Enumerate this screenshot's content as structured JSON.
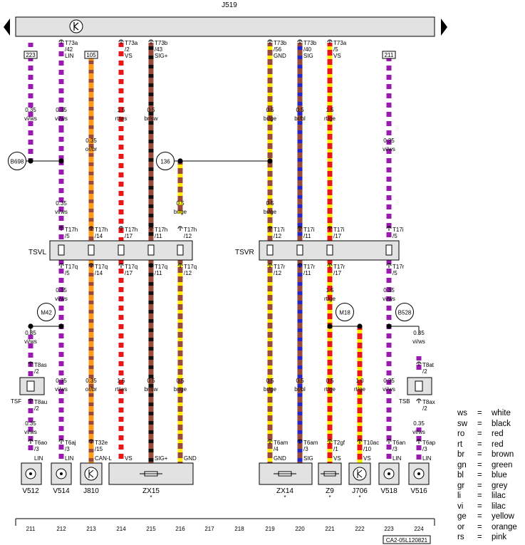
{
  "title": "J519",
  "legend": [
    {
      "code": "ws",
      "name": "white",
      "hex": "#ffffff"
    },
    {
      "code": "sw",
      "name": "black",
      "hex": "#111111"
    },
    {
      "code": "ro",
      "name": "red",
      "hex": "#e81818"
    },
    {
      "code": "rt",
      "name": "red",
      "hex": "#e81818"
    },
    {
      "code": "br",
      "name": "brown",
      "hex": "#9a4a3a"
    },
    {
      "code": "gn",
      "name": "green",
      "hex": "#2aa02a"
    },
    {
      "code": "bl",
      "name": "blue",
      "hex": "#2525d0"
    },
    {
      "code": "gr",
      "name": "grey",
      "hex": "#9a9a9a"
    },
    {
      "code": "li",
      "name": "lilac",
      "hex": "#9a1ab0"
    },
    {
      "code": "vi",
      "name": "lilac",
      "hex": "#9a1ab0"
    },
    {
      "code": "ge",
      "name": "yellow",
      "hex": "#ffee00"
    },
    {
      "code": "or",
      "name": "orange",
      "hex": "#ff9a1a"
    },
    {
      "code": "rs",
      "name": "pink",
      "hex": "#ff9ab8"
    }
  ],
  "equals_sign": "=",
  "wires": [
    {
      "col": "211",
      "top": {
        "box": "223"
      },
      "s1": {
        "size": "0.35",
        "color": "vi/ws"
      },
      "s3": {
        "size": "0.35",
        "color": "vi/ws"
      }
    },
    {
      "col": "212",
      "top": {
        "conn": "T73a",
        "pin": "/42",
        "sig": "LIN"
      },
      "s1": {
        "size": "0.35",
        "color": "vi/ws"
      },
      "s2": {
        "size": "0.35",
        "color": "vi/ws"
      },
      "sep_top": {
        "conn": "T17h",
        "pin": "/5"
      },
      "sep_bot": {
        "conn": "T17q",
        "pin": "/5"
      },
      "s3": {
        "size": "0.35",
        "color": "vi/ws"
      },
      "s4": {
        "size": "0.35",
        "color": "vi/ws"
      },
      "comp_pin": {
        "conn": "T6aj",
        "pin": "/3",
        "sig": "LIN"
      }
    },
    {
      "col": "213",
      "top": {
        "box": "105"
      },
      "s2": {
        "size": "0.35",
        "color": "or/br"
      },
      "sep_top": {
        "conn": "T17h",
        "pin": "/14"
      },
      "sep_bot": {
        "conn": "T17q",
        "pin": "/14"
      },
      "s4": {
        "size": "0.35",
        "color": "or/br"
      },
      "comp_pin": {
        "conn": "T32e",
        "pin": "/15",
        "sig": "CAN-L"
      }
    },
    {
      "col": "214",
      "top": {
        "conn": "T73a",
        "pin": "/2",
        "sig": "VS"
      },
      "s1": {
        "size": "1.5",
        "color": "rt/ws"
      },
      "sep_top": {
        "conn": "T17h",
        "pin": "/17"
      },
      "sep_bot": {
        "conn": "T17q",
        "pin": "/17"
      },
      "s4": {
        "size": "1.5",
        "color": "rt/ws"
      },
      "comp_pin": {
        "sig": "VS"
      }
    },
    {
      "col": "215",
      "top": {
        "conn": "T73b",
        "pin": "/43",
        "sig": "SIG+"
      },
      "s1": {
        "size": "0.5",
        "color": "br/sw"
      },
      "sep_top": {
        "conn": "T17h",
        "pin": "/11"
      },
      "sep_bot": {
        "conn": "T17q",
        "pin": "/11"
      },
      "s4": {
        "size": "0.5",
        "color": "br/sw"
      },
      "comp_pin": {
        "sig": "SIG+"
      }
    },
    {
      "col": "216",
      "s2": {
        "size": "0.5",
        "color": "br/ge"
      },
      "sep_top": {
        "conn": "T17h",
        "pin": "/12"
      },
      "sep_bot": {
        "conn": "T17q",
        "pin": "/12"
      },
      "s4": {
        "size": "0.5",
        "color": "br/ge"
      },
      "comp_pin": {
        "sig": "GND"
      }
    },
    {
      "col": "219",
      "top": {
        "conn": "T73b",
        "pin": "/56",
        "sig": "GND"
      },
      "s1": {
        "size": "0.5",
        "color": "br/ge"
      },
      "s2": {
        "size": "0.5",
        "color": "br/ge"
      },
      "sep_top": {
        "conn": "T17i",
        "pin": "/12"
      },
      "sep_bot": {
        "conn": "T17r",
        "pin": "/12"
      },
      "s4": {
        "size": "0.5",
        "color": "br/ge"
      },
      "comp_pin": {
        "conn": "T6am",
        "pin": "/4",
        "sig": "GND"
      }
    },
    {
      "col": "220",
      "top": {
        "conn": "T73b",
        "pin": "/40",
        "sig": "SIG"
      },
      "s1": {
        "size": "0.5",
        "color": "br/bl"
      },
      "sep_top": {
        "conn": "T17i",
        "pin": "/11"
      },
      "sep_bot": {
        "conn": "T17r",
        "pin": "/11"
      },
      "s4": {
        "size": "0.5",
        "color": "br/bl"
      },
      "comp_pin": {
        "conn": "T6am",
        "pin": "/3",
        "sig": "SIG"
      }
    },
    {
      "col": "221",
      "top": {
        "conn": "T73a",
        "pin": "/5",
        "sig": "VS"
      },
      "s1": {
        "size": "1.5",
        "color": "rt/ge"
      },
      "sep_top": {
        "conn": "T17i",
        "pin": "/17"
      },
      "sep_bot": {
        "conn": "T17r",
        "pin": "/17"
      },
      "s3": {
        "size": "1.5",
        "color": "rt/ge"
      },
      "s4": {
        "size": "0.5",
        "color": "rt/ge"
      },
      "comp_pin": {
        "conn": "T2gf",
        "pin": "/1",
        "sig": "VS"
      }
    },
    {
      "col": "222",
      "s4": {
        "size": "1.0",
        "color": "rt/ge"
      },
      "comp_pin": {
        "conn": "T10ac",
        "pin": "/10",
        "sig": "VS"
      }
    },
    {
      "col": "223",
      "top": {
        "box": "211"
      },
      "s2": {
        "size": "0.35",
        "color": "vi/ws"
      },
      "sep_top": {
        "conn": "T17i",
        "pin": "/5"
      },
      "sep_bot": {
        "conn": "T17r",
        "pin": "/5"
      },
      "s3": {
        "size": "0.35",
        "color": "vi/ws"
      },
      "s4": {
        "size": "0.35",
        "color": "vi/ws"
      },
      "comp_pin": {
        "conn": "T6an",
        "pin": "/3",
        "sig": "LIN"
      }
    },
    {
      "col": "224",
      "s3": {
        "size": "0.35",
        "color": "vi/ws"
      },
      "s4": {
        "size": "0.35",
        "color": "vi/ws"
      },
      "comp_pin": {
        "conn": "T6ap",
        "pin": "/3",
        "sig": "LIN"
      }
    }
  ],
  "tsf": {
    "label": "TSF",
    "top": {
      "conn": "T8as",
      "pin": "/2"
    },
    "bot": {
      "conn": "T8au",
      "pin": "/2"
    },
    "wire": {
      "size": "0.35",
      "color": "vi/ws"
    },
    "comp_pin": {
      "conn": "T6ao",
      "pin": "/3",
      "sig": "LIN"
    }
  },
  "tsb": {
    "label": "TSB",
    "top": {
      "conn": "T8at",
      "pin": "/2"
    },
    "bot": {
      "conn": "T8ax",
      "pin": "/2"
    }
  },
  "separators": {
    "left": "TSVL",
    "right": "TSVR"
  },
  "junctions": [
    {
      "id": "B698",
      "label": "B698"
    },
    {
      "id": "136",
      "label": "136"
    },
    {
      "id": "M42",
      "label": "M42"
    },
    {
      "id": "M18",
      "label": "M18"
    },
    {
      "id": "B528",
      "label": "B528"
    }
  ],
  "components": [
    {
      "id": "V512",
      "label": "V512",
      "icon": "motor-icon"
    },
    {
      "id": "V514",
      "label": "V514",
      "icon": "motor-icon"
    },
    {
      "id": "J810",
      "label": "J810",
      "icon": "control-unit-icon"
    },
    {
      "id": "ZX15",
      "label": "ZX15",
      "sub": "*",
      "icon": "lamp-icon"
    },
    {
      "id": "ZX14",
      "label": "ZX14",
      "sub": "*",
      "icon": "lamp-icon"
    },
    {
      "id": "Z9",
      "label": "Z9",
      "sub": "*",
      "icon": "heater-icon"
    },
    {
      "id": "J706",
      "label": "J706",
      "sub": "*",
      "icon": "control-unit-icon"
    },
    {
      "id": "V518",
      "label": "V518",
      "icon": "motor-icon"
    },
    {
      "id": "V516",
      "label": "V516",
      "icon": "motor-icon"
    }
  ],
  "column_numbers": [
    "211",
    "212",
    "213",
    "214",
    "215",
    "216",
    "217",
    "218",
    "219",
    "220",
    "221",
    "222",
    "223",
    "224"
  ],
  "footer_code": "CA2-05L120821"
}
